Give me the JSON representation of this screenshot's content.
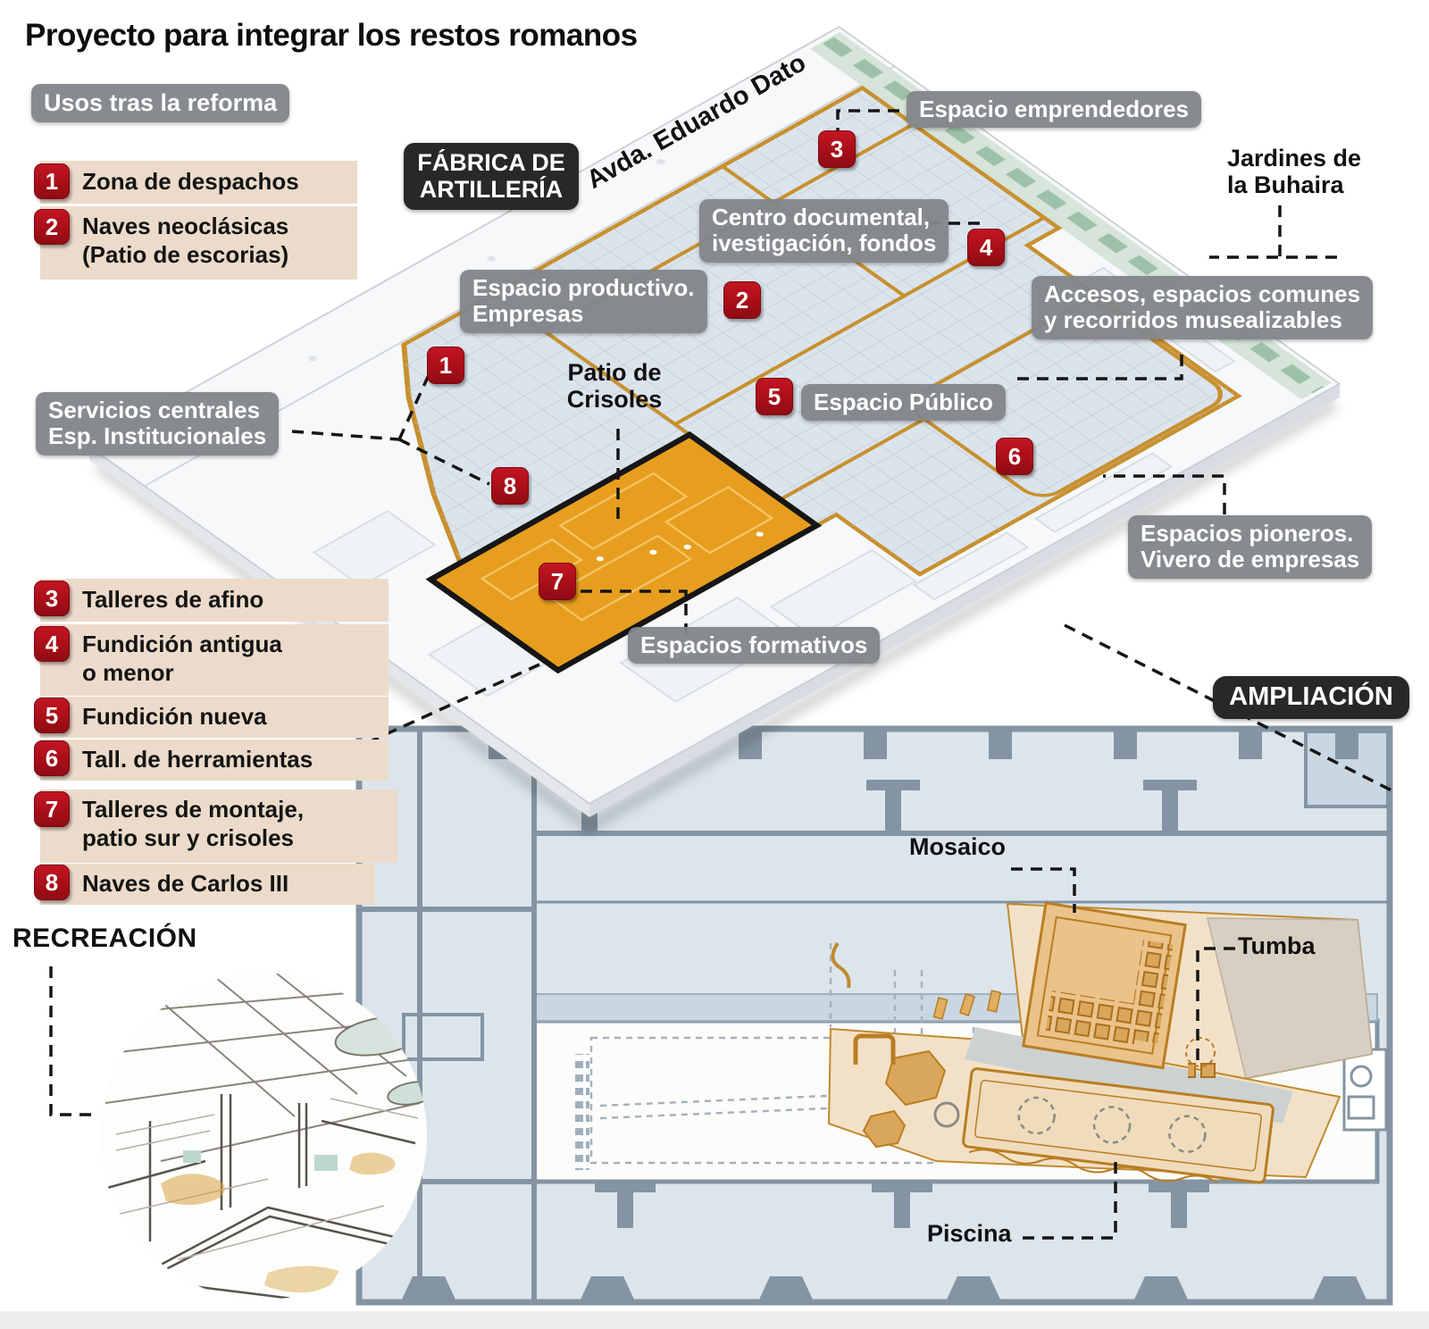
{
  "title": "Proyecto para integrar los restos romanos",
  "legend": {
    "header": "Usos tras la reforma",
    "items": [
      {
        "num": "1",
        "text": "Zona de despachos"
      },
      {
        "num": "2",
        "text": "Naves neoclásicas\n(Patio de escorias)"
      },
      {
        "num": "3",
        "text": "Talleres de afino"
      },
      {
        "num": "4",
        "text": "Fundición antigua\no menor"
      },
      {
        "num": "5",
        "text": "Fundición nueva"
      },
      {
        "num": "6",
        "text": "Tall. de herramientas"
      },
      {
        "num": "7",
        "text": "Talleres de montaje,\npatio sur y crisoles"
      },
      {
        "num": "8",
        "text": "Naves de Carlos III"
      }
    ]
  },
  "map": {
    "site_badge": "FÁBRICA DE\nARTILLERÍA",
    "street": "Avda. Eduardo Dato",
    "gray_labels": {
      "emprendedores": "Espacio emprendedores",
      "centro": "Centro documental,\nivestigación, fondos",
      "productivo": "Espacio productivo.\nEmpresas",
      "accesos": "Accesos, espacios comunes\ny recorridos musealizables",
      "publico": "Espacio Público",
      "servicios": "Servicios centrales\nEsp. Institucionales",
      "pioneros": "Espacios pioneros.\nVivero de empresas",
      "formativos": "Espacios formativos"
    },
    "text_labels": {
      "patio": "Patio de\nCrisoles",
      "jardines": "Jardines de\nla Buhaira"
    },
    "markers": {
      "n1": "1",
      "n2": "2",
      "n3": "3",
      "n4": "4",
      "n5": "5",
      "n6": "6",
      "n7": "7",
      "n8": "8"
    }
  },
  "ampliacion_badge": "AMPLIACIÓN",
  "recreacion_heading": "RECREACIÓN",
  "detail_labels": {
    "mosaico": "Mosaico",
    "tumba": "Tumba",
    "piscina": "Piscina"
  },
  "colors": {
    "badge_red": "#b11219",
    "label_gray": "#85898d",
    "dark_badge": "#282828",
    "zone_highlight": "#e79e1f",
    "zone_border": "#c8902f",
    "plan_blue": "#dbe4ec",
    "wall_gray": "#8494a2",
    "remains_tan": "#f3e1c7",
    "garden_green": "#9dc1a8"
  }
}
